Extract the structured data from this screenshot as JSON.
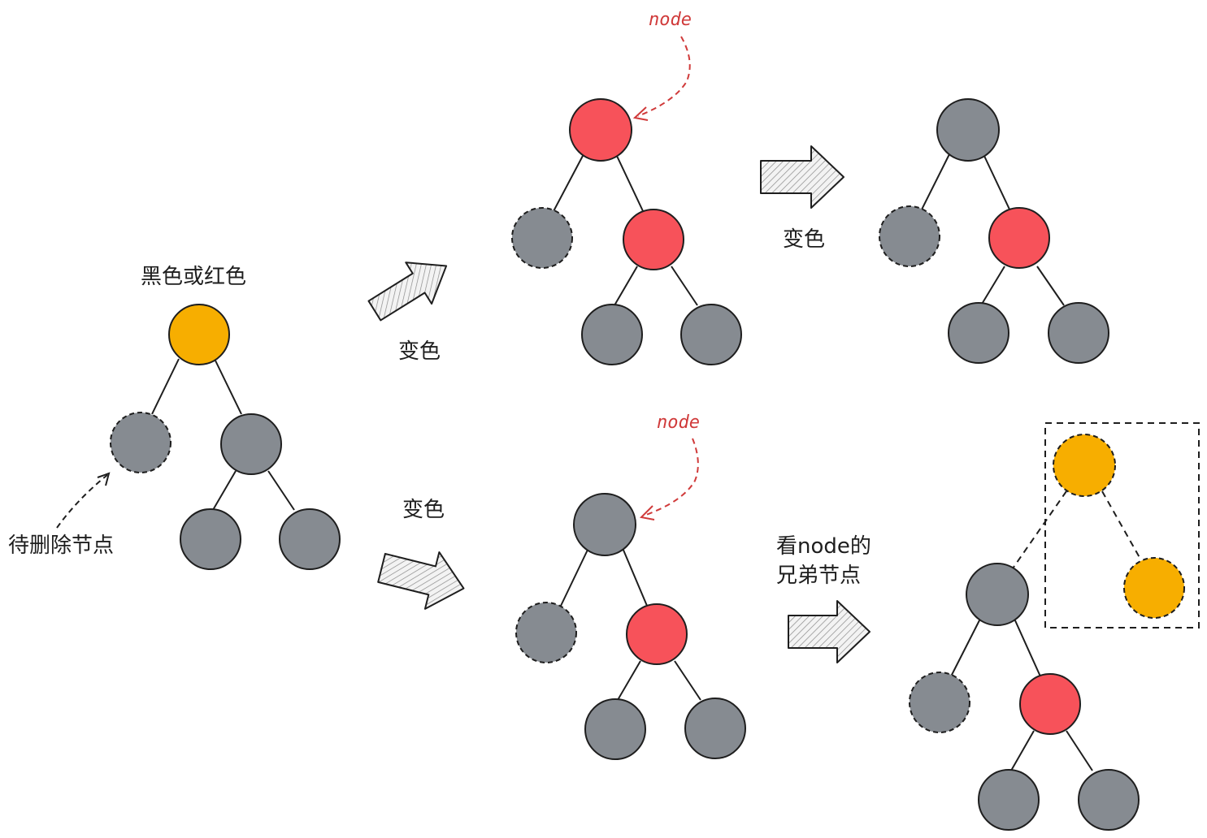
{
  "labels": {
    "black_or_red": "黑色或红色",
    "delete_node": "待删除节点",
    "recolor_1": "变色",
    "recolor_2": "变色",
    "recolor_3": "变色",
    "look_sibling_line1": "看node的",
    "look_sibling_line2": "兄弟节点",
    "node_1": "node",
    "node_2": "node"
  },
  "colors": {
    "black_node": "#868b91",
    "red_node": "#f7525a",
    "yellow_node": "#f7ae00",
    "stroke": "#1e1e1e",
    "annotation": "#d03a3a",
    "arrow_fill": "#e6e6e6"
  }
}
